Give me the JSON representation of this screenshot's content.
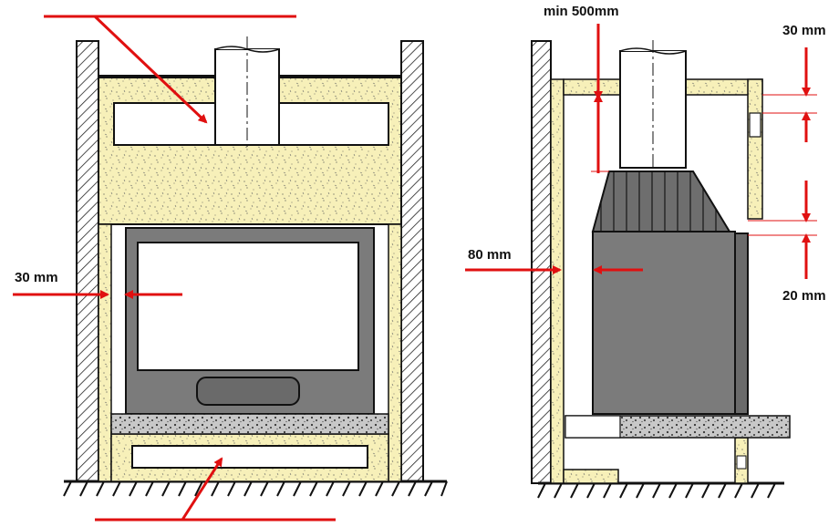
{
  "labels": {
    "min_height": "min  500mm",
    "top_gap": "30 mm",
    "side_gap_front": "30 mm",
    "rear_gap": "80 mm",
    "bottom_gap": "20 mm"
  },
  "colors": {
    "insulation": "#f7f0b9",
    "stove_body": "#7b7b7b",
    "stove_dark": "#5a5a5a",
    "arrow": "#e01010",
    "concrete": "#c8c8c8",
    "outline": "#111111"
  }
}
